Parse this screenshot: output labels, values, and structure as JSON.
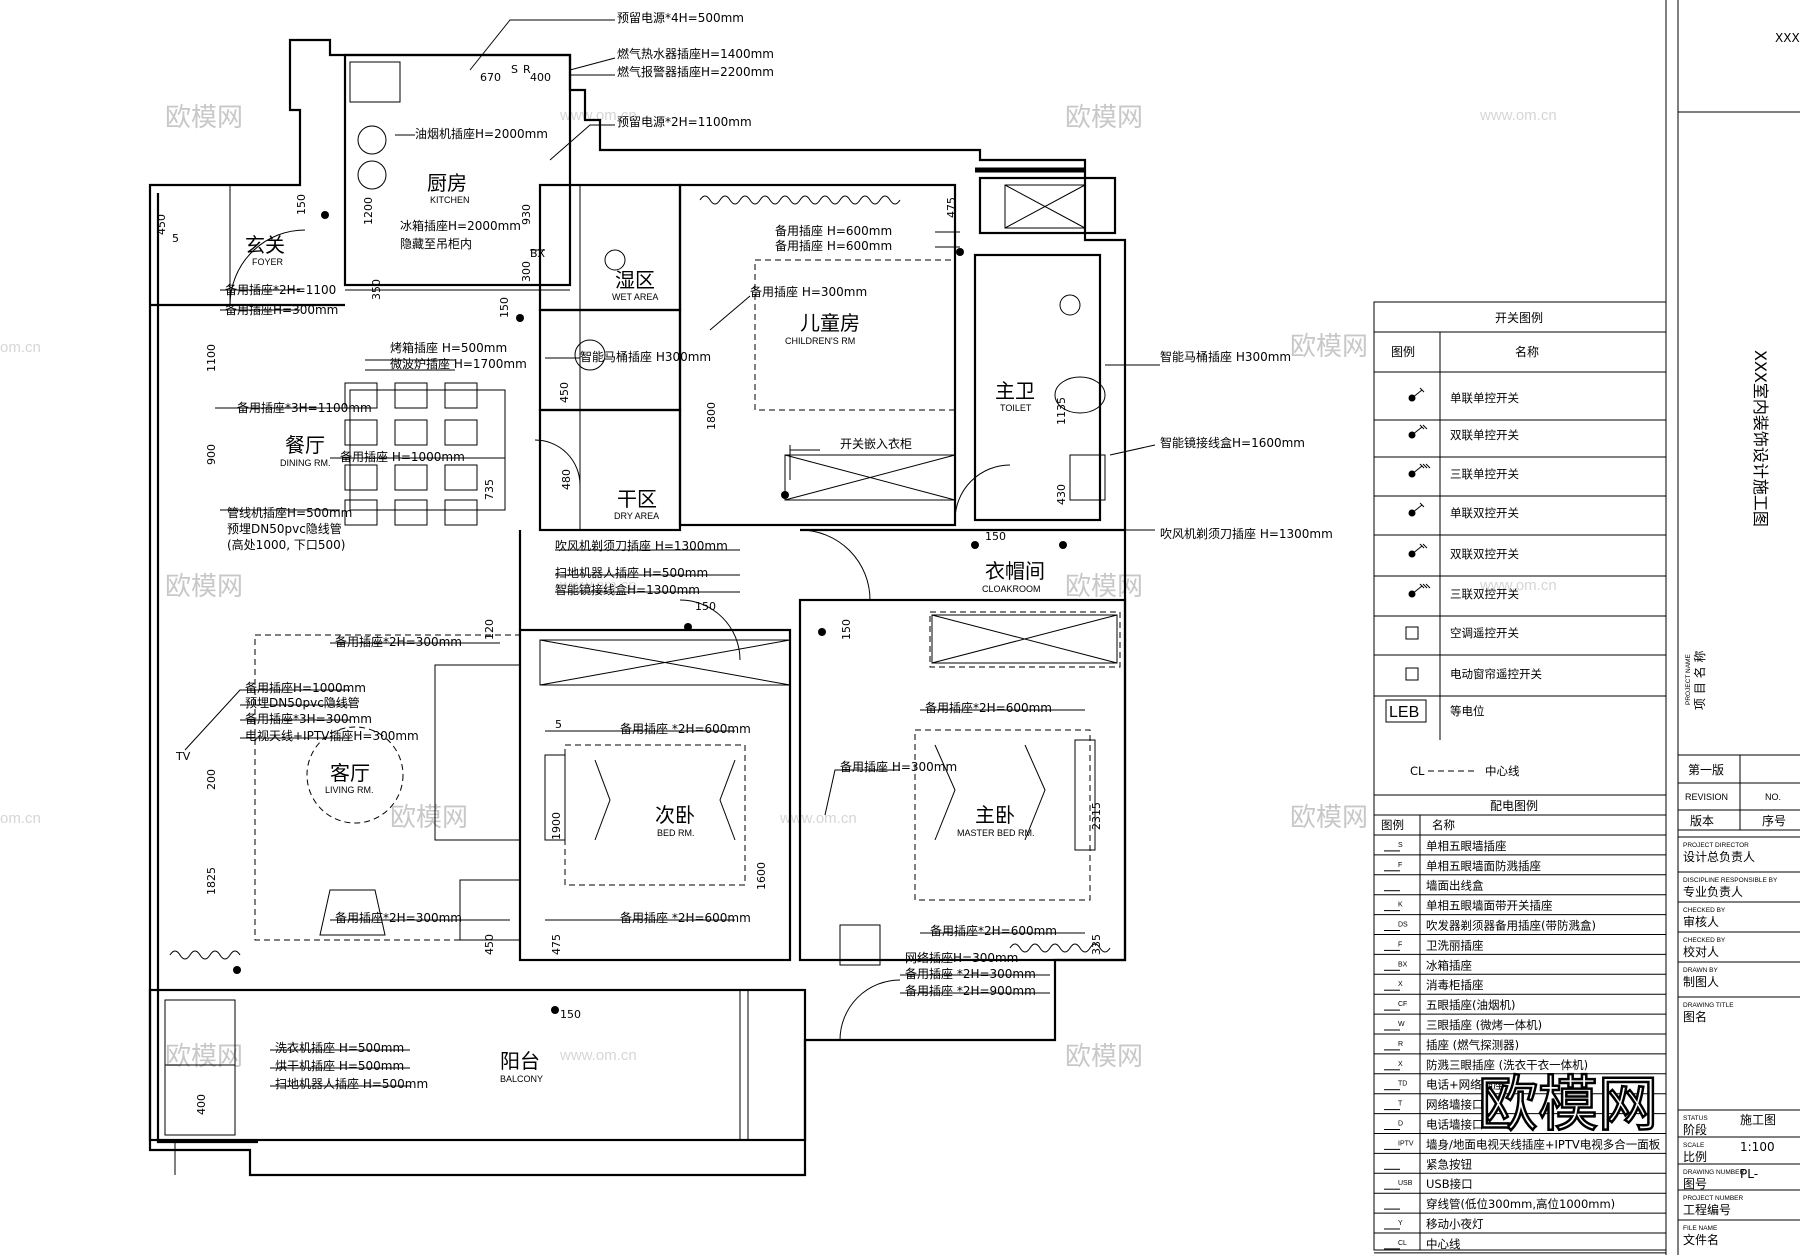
{
  "rooms": [
    {
      "cn": "厨房",
      "en": "KITCHEN"
    },
    {
      "cn": "玄关",
      "en": "FOYER"
    },
    {
      "cn": "湿区",
      "en": "WET AREA"
    },
    {
      "cn": "儿童房",
      "en": "CHILDREN'S RM"
    },
    {
      "cn": "主卫",
      "en": "TOILET"
    },
    {
      "cn": "餐厅",
      "en": "DINING RM."
    },
    {
      "cn": "干区",
      "en": "DRY AREA"
    },
    {
      "cn": "衣帽间",
      "en": "CLOAKROOM"
    },
    {
      "cn": "客厅",
      "en": "LIVING RM."
    },
    {
      "cn": "次卧",
      "en": "BED RM."
    },
    {
      "cn": "主卧",
      "en": "MASTER BED RM."
    },
    {
      "cn": "阳台",
      "en": "BALCONY"
    }
  ],
  "annotations": [
    "预留电源*4H=500mm",
    "燃气热水器插座H=1400mm",
    "燃气报警器插座H=2200mm",
    "预留电源*2H=1100mm",
    "油烟机插座H=2000mm",
    "冰箱插座H=2000mm",
    "隐藏至吊柜内",
    "备用插座*2H=1100",
    "备用插座H=300mm",
    "烤箱插座 H=500mm",
    "微波炉插座 H=1700mm",
    "备用插座 H=600mm",
    "备用插座 H=600mm",
    "备用插座 H=300mm",
    "智能马桶插座 H300mm",
    "智能马桶插座 H300mm",
    "备用插座*3H=1100mm",
    "开关嵌入衣柜",
    "智能镜接线盒H=1600mm",
    "备用插座 H=1000mm",
    "管线机插座H=500mm",
    "预埋DN50pvc隐线管",
    "(高处1000, 下口500)",
    "吹风机剃须刀插座 H=1300mm",
    "吹风机剃须刀插座 H=1300mm",
    "扫地机器人插座 H=500mm",
    "智能镜接线盒H=1300mm",
    "备用插座*2H=300mm",
    "备用插座H=1000mm",
    "预埋DN50pvc隐线管",
    "备用插座*3H=300mm",
    "电视天线+IPTV插座H=300mm",
    "备用插座 *2H=600mm",
    "备用插座*2H=600mm",
    "备用插座 H=300mm",
    "备用插座*2H=300mm",
    "备用插座 *2H=600mm",
    "备用插座*2H=600mm",
    "网络插座H=300mm",
    "备用插座 *2H=300mm",
    "备用插座 *2H=900mm",
    "洗衣机插座 H=500mm",
    "烘干机插座 H=500mm",
    "扫地机器人插座 H=500mm"
  ],
  "dims": [
    "670",
    "400",
    "1200",
    "930",
    "300",
    "350",
    "450",
    "150",
    "1100",
    "900",
    "735",
    "480",
    "450",
    "1800",
    "475",
    "1135",
    "430",
    "150",
    "150",
    "150",
    "120",
    "150",
    "200",
    "1825",
    "450",
    "475",
    "1900",
    "1600",
    "2315",
    "335",
    "150",
    "400",
    "S",
    "R",
    "5",
    "5",
    "TV",
    "BX"
  ],
  "watermarks": {
    "site": "www.om.cn",
    "brand": "欧模网",
    "site2": "om.cn",
    "big": "欧模网"
  },
  "switch_legend": {
    "title": "开关图例",
    "col_symbol": "图例",
    "col_name": "名称",
    "items": [
      "单联单控开关",
      "双联单控开关",
      "三联单控开关",
      "单联双控开关",
      "双联双控开关",
      "三联双控开关",
      "空调遥控开关",
      "电动窗帘遥控开关",
      "等电位"
    ],
    "leb": "LEB",
    "cl_label": "CL",
    "cl_name": "中心线"
  },
  "power_legend": {
    "title": "配电图例",
    "col_symbol": "图例",
    "col_name": "名称",
    "items": [
      "单相五眼墙插座",
      "单相五眼墙面防溅插座",
      "墙面出线盒",
      "单相五眼墙面带开关插座",
      "吹发器剃须器备用插座(带防溅盒)",
      "卫洗丽插座",
      "冰箱插座",
      "消毒柜插座",
      "五眼插座(油烟机)",
      "三眼插座 (微烤一体机)",
      "插座 (燃气探测器)",
      "防溅三眼插座 (洗衣干衣一体机)",
      "电话+网络插座",
      "网络墙接口",
      "电话墙接口",
      "墙身/地面电视天线插座+IPTV电视多合一面板",
      "紧急按钮",
      "USB接口",
      "穿线管(低位300mm,高位1000mm)",
      "移动小夜灯",
      "中心线"
    ],
    "symbols": [
      "S",
      "F",
      "",
      "K",
      "DS",
      "F",
      "BX",
      "X",
      "CF",
      "W",
      "R",
      "X",
      "TD",
      "T",
      "D",
      "IPTV",
      "",
      "USB",
      "",
      "Y",
      "CL"
    ]
  },
  "title_block": {
    "top_code": "XXX",
    "project_title": "XXX室内装饰设计施工图",
    "project_name_en": "PROJECT NAME",
    "project_name_cn": "项 目 名 称",
    "revision_cn": "第一版",
    "revision_en": "REVISION",
    "no_en": "NO.",
    "version": "版本",
    "seq": "序号",
    "rows": [
      {
        "en": "PROJECT DIRECTOR",
        "cn": "设计总负责人",
        "val": ""
      },
      {
        "en": "DISCIPLINE RESPONSIBLE BY",
        "cn": "专业负责人",
        "val": ""
      },
      {
        "en": "CHECKED BY",
        "cn": "审核人",
        "val": ""
      },
      {
        "en": "CHECKED BY",
        "cn": "校对人",
        "val": ""
      },
      {
        "en": "DRAWN BY",
        "cn": "制图人",
        "val": ""
      },
      {
        "en": "DRAWING TITLE",
        "cn": "图名",
        "val": ""
      },
      {
        "en": "STATUS",
        "cn": "阶段",
        "val": "施工图"
      },
      {
        "en": "SCALE",
        "cn": "比例",
        "val": "1:100"
      },
      {
        "en": "DRAWING NUMBER",
        "cn": "图号",
        "val": "PL-"
      },
      {
        "en": "PROJECT NUMBER",
        "cn": "工程编号",
        "val": ""
      },
      {
        "en": "FILE NAME",
        "cn": "文件名",
        "val": ""
      }
    ]
  }
}
